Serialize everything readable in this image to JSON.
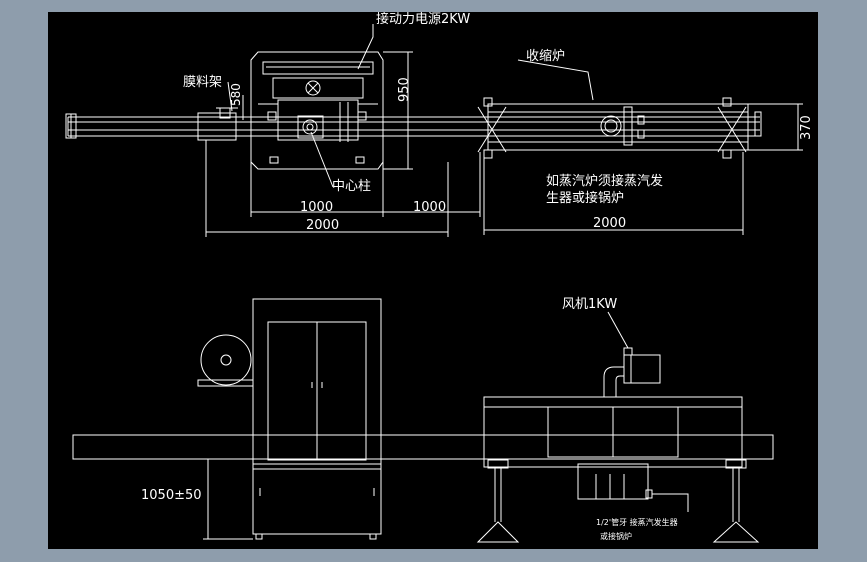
{
  "colors": {
    "frame": "#8e9dac",
    "background": "#000000",
    "lines": "#ffffff"
  },
  "top_view": {
    "labels": {
      "power": "接动力电源2KW",
      "film_rack": "膜料架",
      "shrink_oven": "收缩炉",
      "center_column": "中心柱",
      "steam_note_line1": "如蒸汽炉须接蒸汽发",
      "steam_note_line2": "生器或接锅炉"
    },
    "dimensions": {
      "film_rack_height": "580",
      "machine_depth": "950",
      "oven_depth": "370",
      "machine_width": "1000",
      "gap_width": "1000",
      "left_total": "2000",
      "oven_total": "2000"
    }
  },
  "front_view": {
    "labels": {
      "fan": "风机1KW",
      "table_height": "1050±50",
      "steam_pipe_line1": "1/2'管牙   接蒸汽发生器",
      "steam_pipe_line2": "或接锅炉"
    }
  }
}
